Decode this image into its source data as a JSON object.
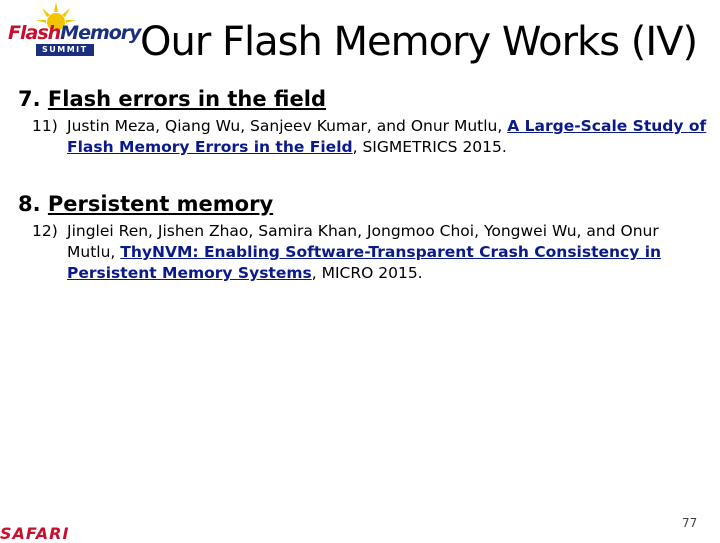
{
  "logo": {
    "flash": "Flash",
    "memory": "Memory",
    "summit": "SUMMIT"
  },
  "title": "Our Flash Memory Works (IV)",
  "sections": [
    {
      "number": "7.",
      "heading": "Flash errors in the field",
      "items": [
        {
          "num": "11)",
          "authors": "Justin Meza, Qiang Wu, Sanjeev Kumar, and Onur Mutlu, ",
          "link": "A Large-Scale Study of Flash Memory Errors in the Field",
          "venue": ", SIGMETRICS 2015."
        }
      ]
    },
    {
      "number": "8.",
      "heading": "Persistent memory",
      "items": [
        {
          "num": "12)",
          "authors": "Jinglei Ren, Jishen Zhao, Samira Khan, Jongmoo Choi, Yongwei Wu, and Onur Mutlu, ",
          "link": "ThyNVM: Enabling Software-Transparent Crash Consistency in Persistent Memory Systems",
          "venue": ", MICRO 2015."
        }
      ]
    }
  ],
  "footer": {
    "safari": "SAFARI",
    "page_number": "77"
  },
  "colors": {
    "link": "#0a1a8a",
    "brand_red": "#c8102e",
    "brand_blue": "#1b2f80"
  }
}
